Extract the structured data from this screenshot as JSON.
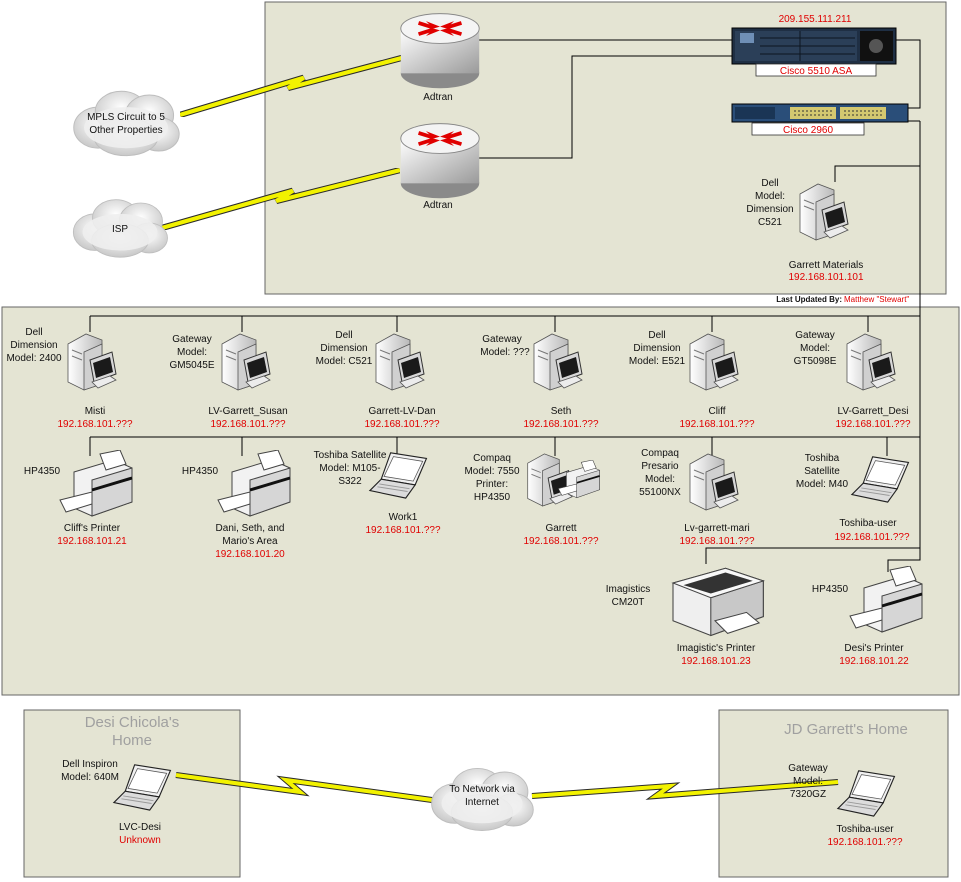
{
  "colors": {
    "panel_bg": "#e4e4d3",
    "ip_text": "#e00000",
    "lightning": "#f2f200",
    "home_title": "#a0a0a0",
    "line": "#000000"
  },
  "core": {
    "asa": {
      "ip": "209.155.111.211",
      "label": "Cisco 5510 ASA",
      "icon": "firewall-icon"
    },
    "switch": {
      "label": "Cisco 2960",
      "icon": "switch-icon"
    },
    "router_top": {
      "label": "Adtran",
      "icon": "router-icon"
    },
    "router_bottom": {
      "label": "Adtran",
      "icon": "router-icon"
    },
    "cloud_mpls": {
      "line1": "MPLS Circuit to 5",
      "line2": "Other Properties",
      "icon": "cloud-icon"
    },
    "cloud_isp": {
      "label": "ISP",
      "icon": "cloud-icon"
    },
    "garrett_materials": {
      "model1": "Dell",
      "model2": "Model:",
      "model3": "Dimension",
      "model4": "C521",
      "name": "Garrett Materials",
      "ip": "192.168.101.101",
      "icon": "desktop-pc-icon"
    }
  },
  "last_updated": {
    "label": "Last Updated By:",
    "name": "Matthew \"Stewart\""
  },
  "lan_row1": [
    {
      "m1": "Dell",
      "m2": "Dimension",
      "m3": "Model: 2400",
      "name": "Misti",
      "ip": "192.168.101.???"
    },
    {
      "m1": "Gateway",
      "m2": "Model:",
      "m3": "GM5045E",
      "name": "LV-Garrett_Susan",
      "ip": "192.168.101.???"
    },
    {
      "m1": "Dell",
      "m2": "Dimension",
      "m3": "Model: C521",
      "name": "Garrett-LV-Dan",
      "ip": "192.168.101.???"
    },
    {
      "m1": "",
      "m2": "Gateway",
      "m3": "Model: ???",
      "name": "Seth",
      "ip": "192.168.101.???"
    },
    {
      "m1": "Dell",
      "m2": "Dimension",
      "m3": "Model: E521",
      "name": "Cliff",
      "ip": "192.168.101.???"
    },
    {
      "m1": "Gateway",
      "m2": "Model:",
      "m3": "GT5098E",
      "name": "LV-Garrett_Desi",
      "ip": "192.168.101.???"
    }
  ],
  "lan_row2": {
    "cliffs_printer": {
      "model": "HP4350",
      "name": "Cliff's Printer",
      "ip": "192.168.101.21"
    },
    "area_printer": {
      "model": "HP4350",
      "name1": "Dani, Seth, and",
      "name2": "Mario's Area",
      "ip": "192.168.101.20"
    },
    "work1": {
      "m1": "Toshiba Satellite",
      "m2": "Model: M105-",
      "m3": "S322",
      "name": "Work1",
      "ip": "192.168.101.???"
    },
    "garrett": {
      "m1": "Compaq",
      "m2": "Model: 7550",
      "m3": "Printer:",
      "m4": "HP4350",
      "name": "Garrett",
      "ip": "192.168.101.???"
    },
    "mari": {
      "m1": "Compaq",
      "m2": "Presario",
      "m3": "Model:",
      "m4": "55100NX",
      "name": "Lv-garrett-mari",
      "ip": "192.168.101.???"
    },
    "toshiba": {
      "m1": "Toshiba",
      "m2": "Satellite",
      "m3": "Model: M40",
      "name": "Toshiba-user",
      "ip": "192.168.101.???"
    }
  },
  "lan_row3": {
    "imagistics": {
      "m1": "Imagistics",
      "m2": "CM20T",
      "name": "Imagistic's Printer",
      "ip": "192.168.101.23"
    },
    "desi_printer": {
      "model": "HP4350",
      "name": "Desi's Printer",
      "ip": "192.168.101.22"
    }
  },
  "home_desi": {
    "title1": "Desi Chicola's",
    "title2": "Home",
    "m1": "Dell Inspiron",
    "m2": "Model: 640M",
    "name": "LVC-Desi",
    "status": "Unknown"
  },
  "home_jd": {
    "title": "JD Garrett's Home",
    "m1": "Gateway",
    "m2": "Model:",
    "m3": "7320GZ",
    "name": "Toshiba-user",
    "ip": "192.168.101.???"
  },
  "internet_cloud": {
    "line1": "To Network via",
    "line2": "Internet",
    "icon": "cloud-icon"
  }
}
